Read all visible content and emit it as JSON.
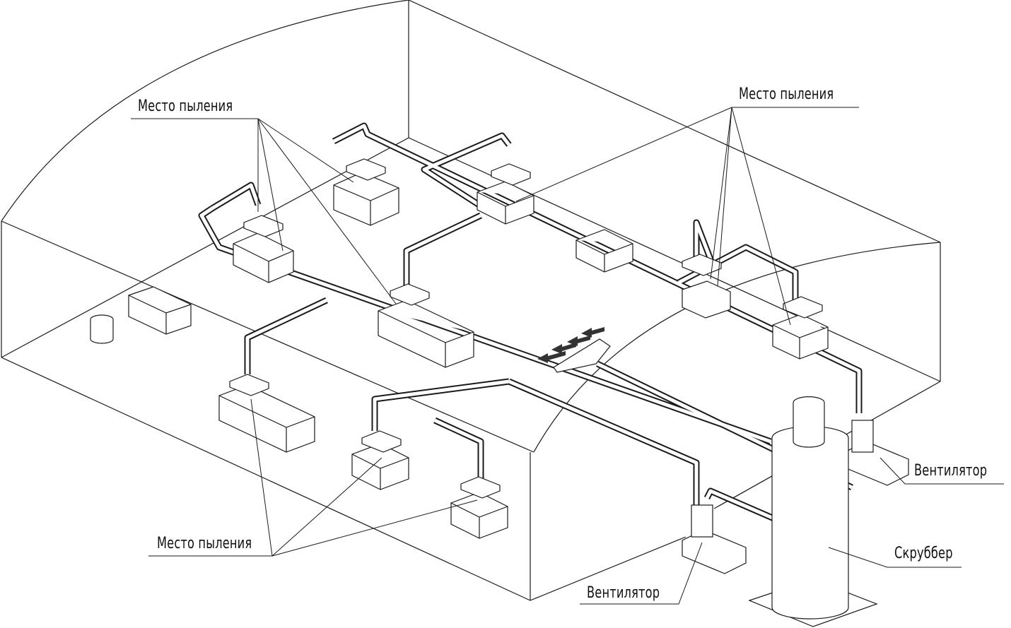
{
  "labels": {
    "dust_point_top_left": "Место пыления",
    "dust_point_top_right": "Место пыления",
    "dust_point_bottom": "Место пыления",
    "fan_right": "Вентилятор",
    "fan_bottom": "Вентилятор",
    "scrubber": "Скруббер"
  },
  "colors": {
    "line": "#1a1a1a",
    "background": "#ffffff"
  }
}
